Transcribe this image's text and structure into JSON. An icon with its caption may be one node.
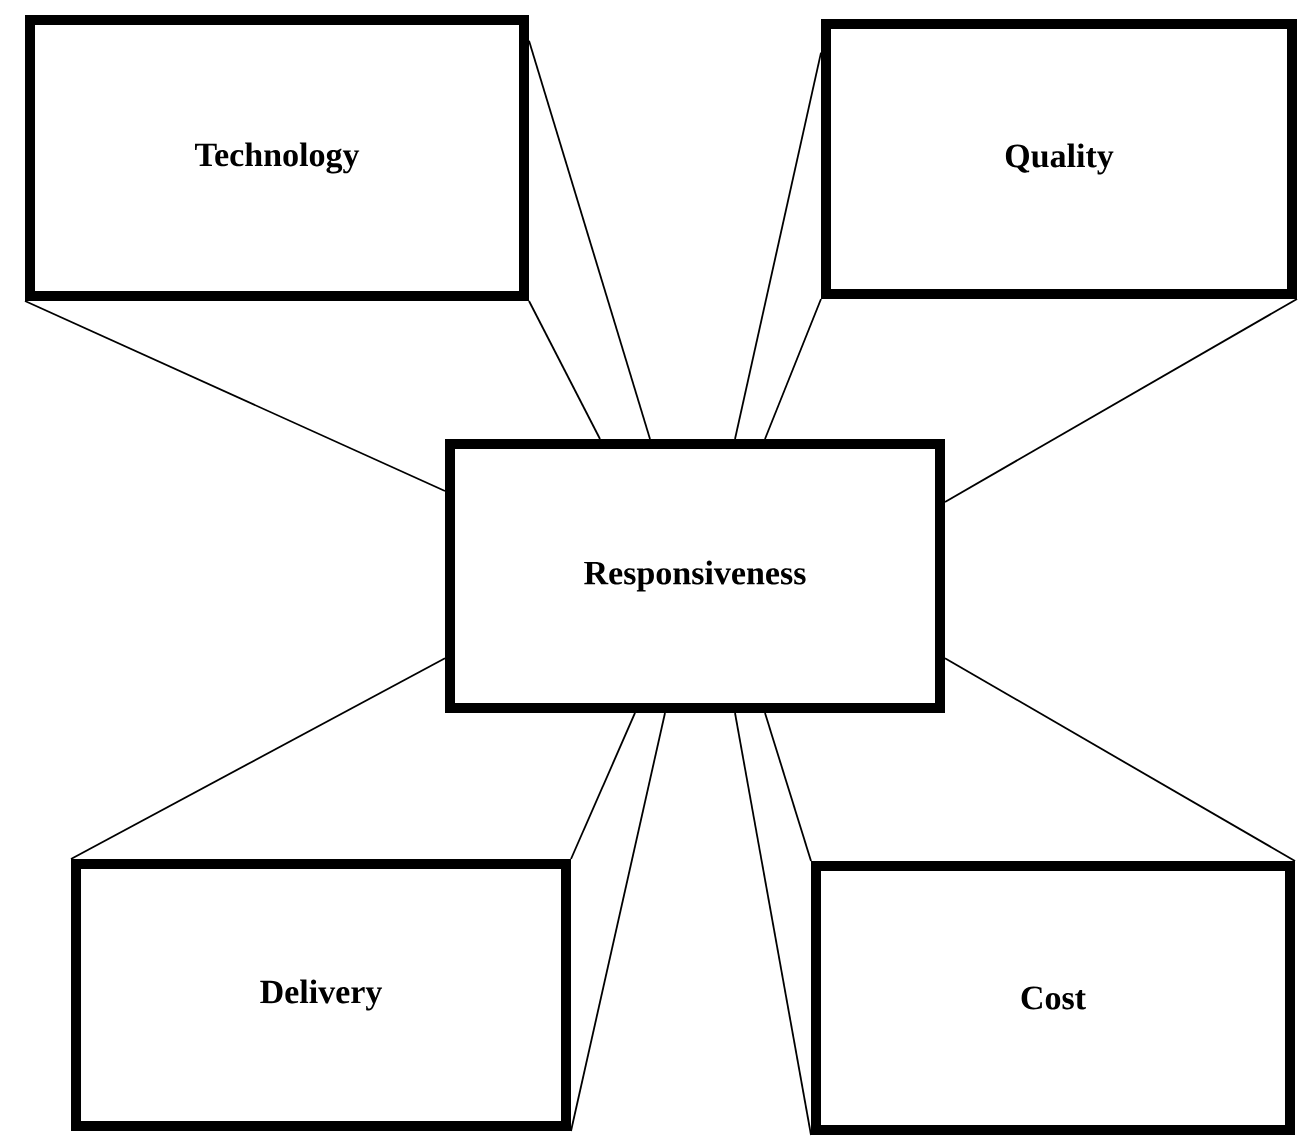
{
  "diagram": {
    "nodes": [
      {
        "text": [
          "Technology"
        ]
      },
      {
        "text": [
          "Quality"
        ]
      },
      {
        "text": [
          "Responsiveness"
        ]
      },
      {
        "text": [
          "Delivery"
        ]
      },
      {
        "text": [
          "Cost"
        ]
      }
    ],
    "edges": [
      {
        "from": 0,
        "to": 2,
        "arrow": "none"
      },
      {
        "from": 0,
        "to": 2,
        "arrow": "none"
      },
      {
        "from": 0,
        "to": 2,
        "arrow": "none"
      },
      {
        "from": 1,
        "to": 2,
        "arrow": "none"
      },
      {
        "from": 1,
        "to": 2,
        "arrow": "none"
      },
      {
        "from": 1,
        "to": 2,
        "arrow": "none"
      },
      {
        "from": 3,
        "to": 2,
        "arrow": "none"
      },
      {
        "from": 3,
        "to": 2,
        "arrow": "none"
      },
      {
        "from": 3,
        "to": 2,
        "arrow": "none"
      },
      {
        "from": 4,
        "to": 2,
        "arrow": "none"
      },
      {
        "from": 4,
        "to": 2,
        "arrow": "none"
      },
      {
        "from": 4,
        "to": 2,
        "arrow": "none"
      }
    ]
  }
}
